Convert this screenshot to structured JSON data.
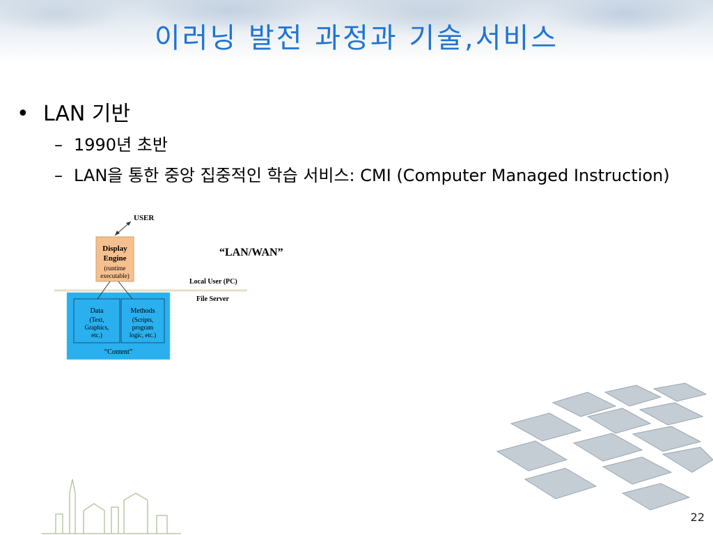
{
  "slide": {
    "title": "이러닝 발전 과정과 기술,서비스",
    "page_number": "22"
  },
  "bullets": {
    "level1": {
      "mark": "•",
      "text": "LAN 기반"
    },
    "level2": [
      {
        "mark": "–",
        "text": "1990년 초반"
      },
      {
        "mark": "–",
        "text": "LAN을 통한 중앙 집중적인 학습 서비스: CMI (Computer Managed Instruction)"
      }
    ]
  },
  "diagram": {
    "user": "USER",
    "display_engine": [
      "Display",
      "Engine",
      "(runtime",
      "executable)"
    ],
    "heading": "“LAN/WAN”",
    "local_user": "Local User (PC)",
    "file_server": "File Server",
    "data_box": [
      "Data",
      "(Text,",
      "Graphics,",
      "etc.)"
    ],
    "methods_box": [
      "Methods",
      "(Scripts,",
      "program",
      "logic, etc.)"
    ],
    "content": "“Content”",
    "colors": {
      "engine_fill": "#f6c08e",
      "content_fill": "#2ab0ee"
    }
  }
}
